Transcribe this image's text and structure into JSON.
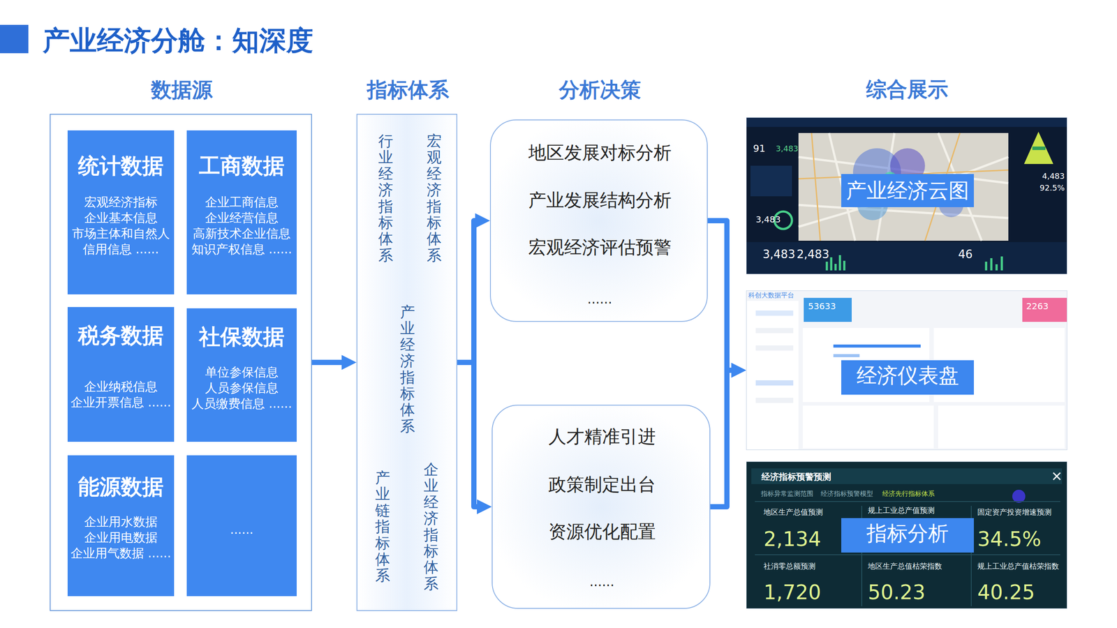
{
  "diagram": {
    "title": "产业经济分舱：知深度",
    "nodes": [
      {
        "text": [
          "数据源"
        ]
      },
      {
        "text": [
          "统计数据",
          "宏观经济指标 企业基本信息 市场主体和自然人 信用信息 ......"
        ],
        "in": 0
      },
      {
        "text": [
          "工商数据",
          "企业工商信息 企业经营信息 高新技术企业信息 知识产权信息 ......"
        ],
        "in": 0
      },
      {
        "text": [
          "税务数据",
          "企业纳税信息 企业开票信息 ......"
        ],
        "in": 0
      },
      {
        "text": [
          "社保数据",
          "单位参保信息 人员参保信息 人员缴费信息 ......"
        ],
        "in": 0
      },
      {
        "text": [
          "能源数据",
          "企业用水数据 企业用电数据 企业用气数据 ......"
        ],
        "in": 0
      },
      {
        "text": [
          "......"
        ],
        "in": 0
      },
      {
        "text": [
          "指标体系",
          "行业经济指标体系",
          "宏观经济指标体系",
          "产业经济指标体系",
          "产业链指标体系",
          "企业经济指标体系"
        ]
      },
      {
        "text": [
          "分析决策",
          "地区发展对标分析",
          "产业发展结构分析",
          "宏观经济评估预警",
          "......"
        ]
      },
      {
        "text": [
          "人才精准引进",
          "政策制定出台",
          "资源优化配置",
          "......"
        ]
      },
      {
        "text": [
          "综合展示"
        ]
      },
      {
        "text": [
          "产业经济云图"
        ],
        "in": 10
      },
      {
        "text": [
          "科创大数据平台"
        ]
      },
      {
        "text": [
          "经济仪表盘"
        ],
        "in": 12
      },
      {
        "text": [
          "经济指标预警预测"
        ]
      },
      {
        "text": [
          "指标分析"
        ],
        "in": 14
      }
    ],
    "edges": [
      {
        "from": 0,
        "to": 7,
        "arrow": "to"
      },
      {
        "from": 7,
        "to": 8,
        "arrow": "to"
      },
      {
        "from": 7,
        "to": 9,
        "arrow": "to"
      },
      {
        "from": 8,
        "to": 12,
        "arrow": "to"
      },
      {
        "from": 9,
        "to": 12,
        "arrow": "to"
      }
    ],
    "labels": [
      "91",
      "3,483",
      "3,483",
      "3,483",
      "2,483",
      "46",
      "4,483",
      "92.5%",
      "53633",
      "2263",
      "指标异常监测范围",
      "经济指标预警模型",
      "经济先行指标体系",
      "地区生产总值预测",
      "规上工业总产值预测",
      "固定资产投资增速预测",
      "2,134",
      "34.5%",
      "社消零总额预测",
      "地区生产总值枯荣指数",
      "规上工业总产值枯荣指数",
      "1,720",
      "50.23",
      "40.25"
    ]
  }
}
